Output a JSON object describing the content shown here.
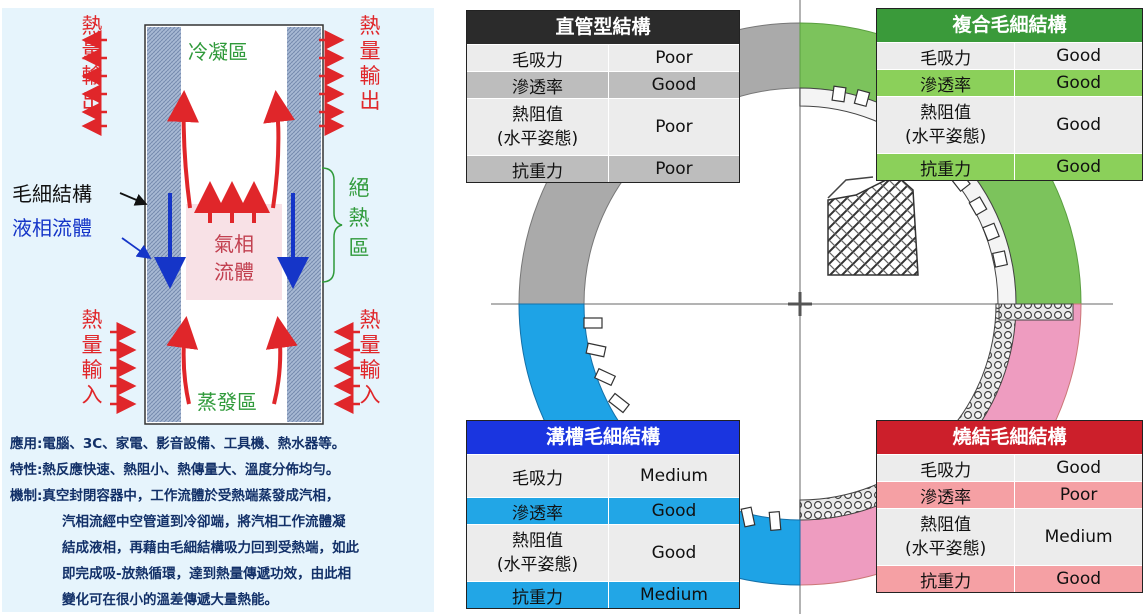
{
  "heat_pipe": {
    "heat_out_left": [
      "熱",
      "量",
      "輸",
      "出"
    ],
    "heat_out_right": [
      "熱",
      "量",
      "輸",
      "出"
    ],
    "heat_in_left": [
      "熱",
      "量",
      "輸",
      "入"
    ],
    "heat_in_right": [
      "熱",
      "量",
      "輸",
      "入"
    ],
    "adiabatic": [
      "絕",
      "熱",
      "區"
    ],
    "condenser": "冷凝區",
    "evaporator": "蒸發區",
    "wick_label": "毛細結構",
    "liquid_label": "液相流體",
    "vapor_label_1": "氣相",
    "vapor_label_2": "流體"
  },
  "description": {
    "line1": "應用:電腦、3C、家電、影音設備、工具機、熱水器等。",
    "line2": "特性:熱反應快速、熱阻小、熱傳量大、溫度分佈均勻。",
    "line3": "機制:真空封閉容器中，工作流體於受熱端蒸發成汽相，",
    "line4": "汽相流經中空管道到冷卻端，將汽相工作流體凝",
    "line5": "結成液相，再藉由毛細結構吸力回到受熱端，如此",
    "line6": "即完成吸-放熱循環，達到熱量傳遞功效，由此相",
    "line7": "變化可在很小的溫差傳遞大量熱能。"
  },
  "tables": {
    "straight": {
      "title": "直管型結構",
      "rows": [
        {
          "k": "毛吸力",
          "v": "Poor"
        },
        {
          "k": "滲透率",
          "v": "Good"
        },
        {
          "k": "熱阻值\n(水平姿態)",
          "v": "Poor"
        },
        {
          "k": "抗重力",
          "v": "Poor"
        }
      ]
    },
    "composite": {
      "title": "複合毛細結構",
      "rows": [
        {
          "k": "毛吸力",
          "v": "Good"
        },
        {
          "k": "滲透率",
          "v": "Good"
        },
        {
          "k": "熱阻值\n(水平姿態)",
          "v": "Good"
        },
        {
          "k": "抗重力",
          "v": "Good"
        }
      ]
    },
    "groove": {
      "title": "溝槽毛細結構",
      "rows": [
        {
          "k": "毛吸力",
          "v": "Medium"
        },
        {
          "k": "滲透率",
          "v": "Good"
        },
        {
          "k": "熱阻值\n(水平姿態)",
          "v": "Good"
        },
        {
          "k": "抗重力",
          "v": "Medium"
        }
      ]
    },
    "sintered": {
      "title": "燒結毛細結構",
      "rows": [
        {
          "k": "毛吸力",
          "v": "Good"
        },
        {
          "k": "滲透率",
          "v": "Poor"
        },
        {
          "k": "熱阻值\n(水平姿態)",
          "v": "Medium"
        },
        {
          "k": "抗重力",
          "v": "Good"
        }
      ]
    }
  },
  "colors": {
    "straight_head": "#2b2b2b",
    "straight_alt": "#bdbdbd",
    "composite_head": "#3a9a3a",
    "composite_alt": "#8bd05a",
    "groove_head": "#1a35e0",
    "groove_alt": "#22a6e6",
    "sintered_head": "#cc1f2b",
    "sintered_alt": "#f5a0a4",
    "row_plain": "#ececec"
  }
}
